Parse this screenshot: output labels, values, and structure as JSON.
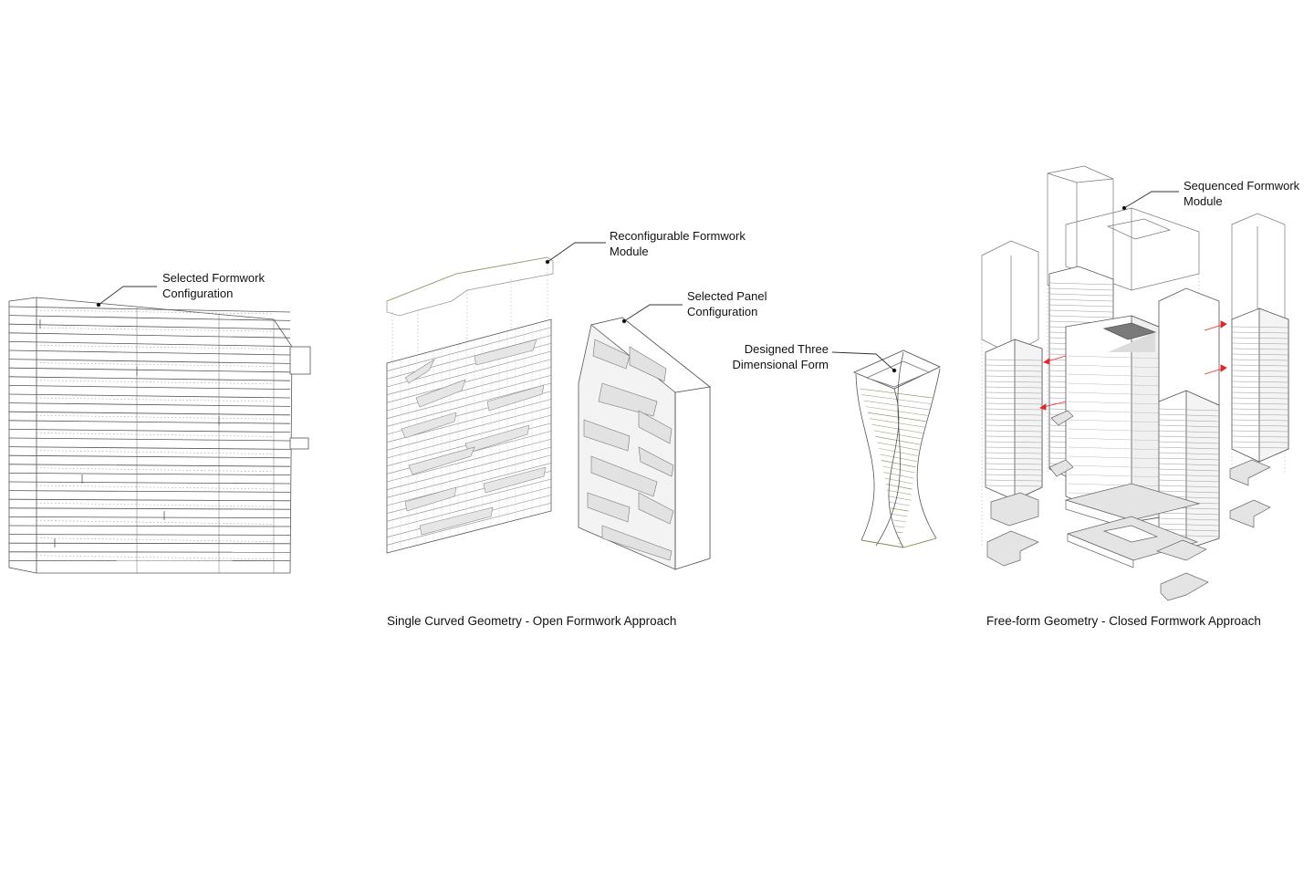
{
  "labels": {
    "selected_formwork_configuration": [
      "Selected Formwork",
      "Configuration"
    ],
    "reconfigurable_formwork_module": [
      "Reconfigurable Formwork",
      "Module"
    ],
    "selected_panel_configuration": [
      "Selected Panel",
      "Configuration"
    ],
    "designed_three_dimensional_form": [
      "Designed Three",
      "Dimensional Form"
    ],
    "sequenced_formwork_module": [
      "Sequenced Formwork",
      "Module"
    ]
  },
  "captions": {
    "open_approach": "Single Curved Geometry - Open Formwork Approach",
    "closed_approach": "Free-form Geometry - Closed Formwork Approach"
  },
  "colors": {
    "line": "#555555",
    "light_line": "#9a9a9a",
    "surface": "#ececec",
    "shadow": "#d4d4d4",
    "arrow": "#e0282c",
    "tower_accent": "#a09a55"
  }
}
